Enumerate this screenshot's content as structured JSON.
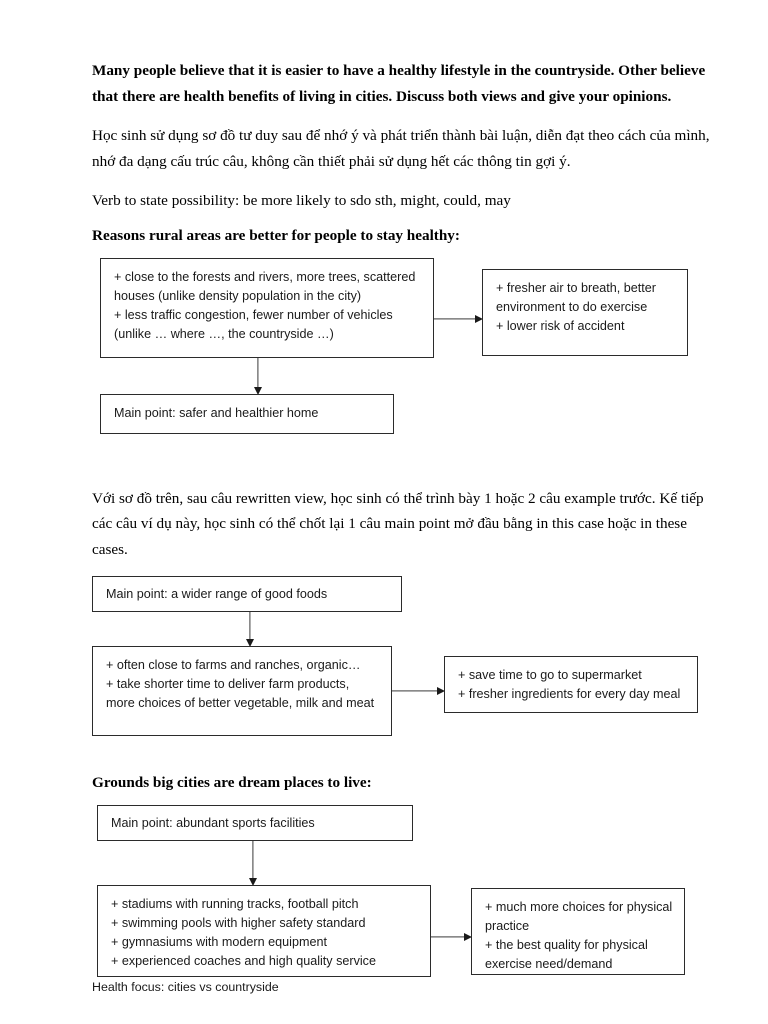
{
  "document": {
    "prompt": "Many people believe that it is easier to have a healthy lifestyle in the countryside. Other believe that there are health benefits of living in cities. Discuss both views and give your opinions.",
    "instruction_vi": "Học sinh sử dụng sơ đồ tư duy sau để nhớ ý và phát triển thành bài luận, diễn đạt theo cách của mình, nhớ đa dạng cấu trúc câu, không cần thiết phải sử dụng hết các thông tin gợi ý.",
    "grammar_note": "Verb to state possibility: be more likely to sdo sth, might, could, may",
    "mid_note_vi": "Với sơ đồ trên, sau câu rewritten view, học sinh có thể trình bày 1 hoặc 2 câu example trước. Kế tiếp các câu ví dụ này, học sinh có thể chốt lại 1 câu main point mở đầu bằng in this case hoặc in these cases.",
    "footer": "Health focus: cities vs countryside"
  },
  "sections": [
    {
      "heading": "Reasons rural areas are better for people to stay healthy:",
      "detail_box": {
        "lines": [
          "+ close to the forests and rivers, more trees, scattered houses (unlike density population in the city)",
          "+ less traffic congestion, fewer number of vehicles",
          "(unlike … where …, the countryside …)"
        ]
      },
      "result_box": {
        "lines": [
          "+ fresher air to breath, better environment to do exercise",
          "+ lower risk of accident"
        ]
      },
      "main_point_box": {
        "text": "Main point: safer and healthier home"
      }
    },
    {
      "heading": "",
      "main_point_box": {
        "text": "Main point: a wider range of good foods"
      },
      "detail_box": {
        "lines": [
          "+ often close to farms and ranches, organic…",
          "+ take shorter time to deliver farm products, more choices of better vegetable, milk and meat"
        ]
      },
      "result_box": {
        "lines": [
          "+ save time to go to supermarket",
          "+ fresher ingredients for every day meal"
        ]
      }
    },
    {
      "heading": "Grounds big cities are dream places to live:",
      "main_point_box": {
        "text": "Main point: abundant sports facilities"
      },
      "detail_box": {
        "lines": [
          "+ stadiums with running tracks, football pitch",
          "+ swimming pools with higher safety standard",
          "+ gymnasiums with modern equipment",
          "+ experienced coaches and high quality service"
        ]
      },
      "result_box": {
        "lines": [
          "+ much more choices for physical practice",
          "+ the best quality for physical exercise need/demand"
        ]
      }
    }
  ],
  "colors": {
    "page_background": "#ffffff",
    "text": "#000000",
    "box_border": "#2b2b2b",
    "arrow": "#1a1a1a"
  }
}
